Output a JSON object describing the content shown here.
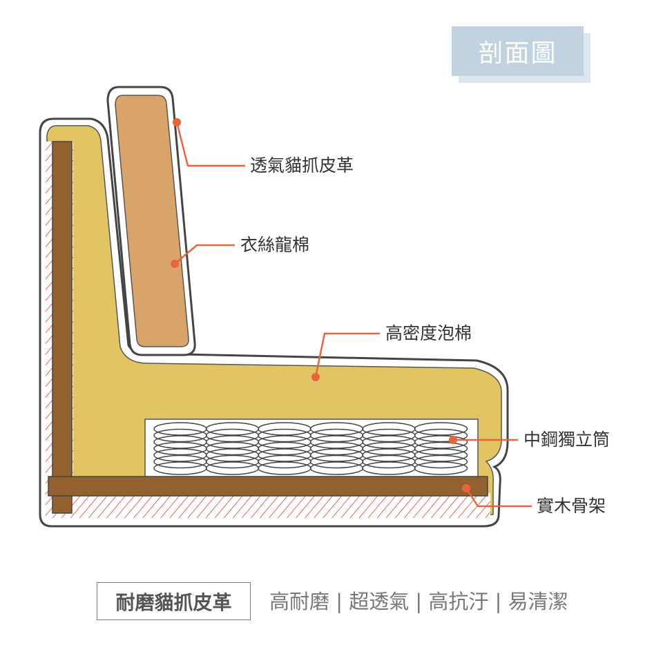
{
  "title": "剖面圖",
  "labels": {
    "leather": "透氣貓抓皮革",
    "fiber": "衣絲龍棉",
    "foam": "高密度泡棉",
    "springs": "中鋼獨立筒",
    "frame": "實木骨架"
  },
  "product": {
    "name": "耐磨貓抓皮革",
    "features": "高耐磨 | 超透氣 | 高抗汙 | 易清潔"
  },
  "colors": {
    "accent": "#e8643a",
    "foam": "#e3c462",
    "fiber": "#d9a46a",
    "wood": "#93602f",
    "title_bg": "#c2d2e1"
  }
}
